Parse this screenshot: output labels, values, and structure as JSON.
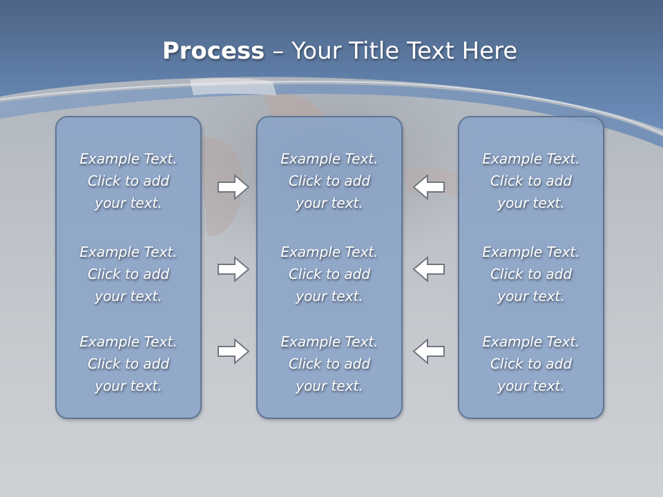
{
  "slide": {
    "title_bold": "Process",
    "title_rest": " – Your Title Text Here"
  },
  "columns": [
    {
      "items": [
        {
          "line1": "Example Text.",
          "line2": "Click  to add",
          "line3": "your text."
        },
        {
          "line1": "Example Text.",
          "line2": "Click  to add",
          "line3": "your text."
        },
        {
          "line1": "Example Text.",
          "line2": "Click  to add",
          "line3": "your text."
        }
      ]
    },
    {
      "items": [
        {
          "line1": "Example Text.",
          "line2": "Click  to add",
          "line3": "your text."
        },
        {
          "line1": "Example Text.",
          "line2": "Click  to add",
          "line3": "your text."
        },
        {
          "line1": "Example Text.",
          "line2": "Click  to add",
          "line3": "your text."
        }
      ]
    },
    {
      "items": [
        {
          "line1": "Example Text.",
          "line2": "Click  to add",
          "line3": "your text."
        },
        {
          "line1": "Example Text.",
          "line2": "Click  to add",
          "line3": "your text."
        },
        {
          "line1": "Example Text.",
          "line2": "Click  to add",
          "line3": "your text."
        }
      ]
    }
  ],
  "arrows": {
    "left_to_center": [
      "right-arrow-icon",
      "right-arrow-icon",
      "right-arrow-icon"
    ],
    "right_to_center": [
      "left-arrow-icon",
      "left-arrow-icon",
      "left-arrow-icon"
    ]
  },
  "colors": {
    "header_blue": "#5a7aa6",
    "panel_fill": "#89a3c8",
    "panel_border": "#5f7591",
    "background_gray": "#c6cacf"
  }
}
